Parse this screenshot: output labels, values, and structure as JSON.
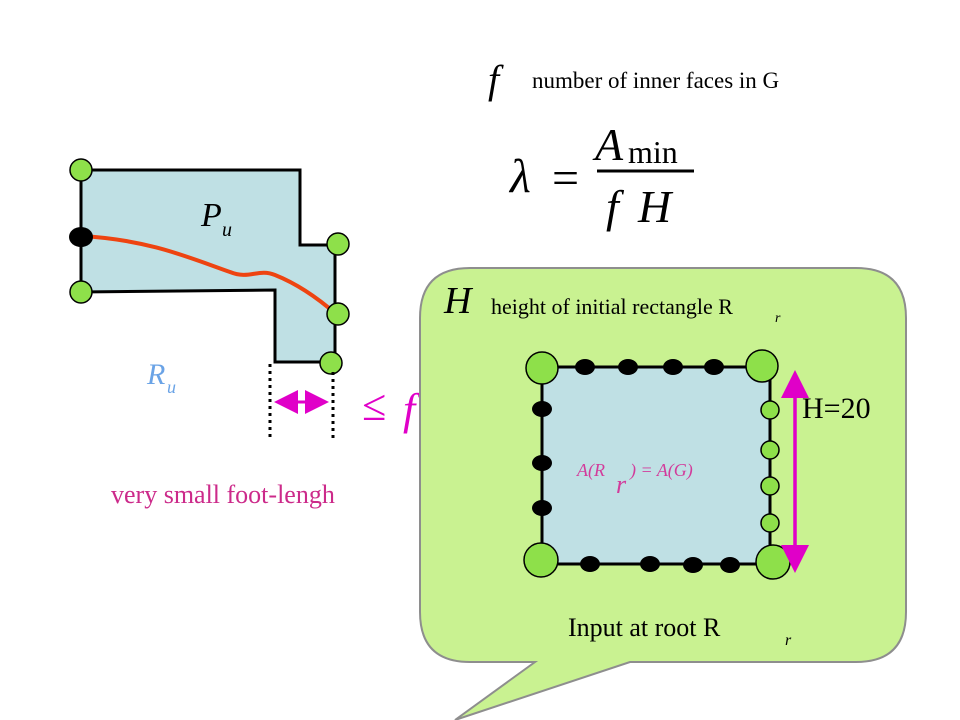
{
  "f_definition": {
    "symbol": "f",
    "text": "number of inner faces in G"
  },
  "lambda_formula": {
    "lhs": "λ",
    "equals": "=",
    "numerator_base": "A",
    "numerator_subscript": "min",
    "denominator_f": "f",
    "denominator_H": "H"
  },
  "polygon": {
    "label_main": "P",
    "label_sub": "u"
  },
  "region": {
    "label_main": "R",
    "label_sub": "u"
  },
  "inequality": {
    "leq": "≤",
    "var": "f"
  },
  "foot_caption": "very small foot-lengh",
  "callout": {
    "h_symbol": "H",
    "h_text": "height of initial rectangle R",
    "h_text_sub": "r",
    "h_value_label": "H=20",
    "area_label_a": "A(R",
    "area_label_sub": "r",
    "area_label_b": ") = A(G)",
    "input_label": "Input at root R",
    "input_label_sub": "r"
  },
  "colors": {
    "polygon_fill": "#bfe0e4",
    "vertex_green": "#8ee04a",
    "vertex_black": "#000000",
    "path_red": "#ee4411",
    "region_label": "#6aa3e6",
    "magenta": "#e000c8",
    "foot_caption": "#cc2a8a",
    "callout_fill": "#c9f291",
    "callout_stroke": "#8e8e8e",
    "area_label": "#d23c9b"
  }
}
